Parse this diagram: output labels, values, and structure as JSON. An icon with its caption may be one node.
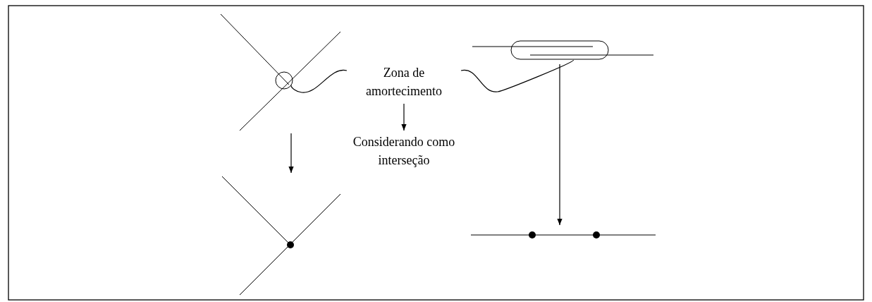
{
  "diagram": {
    "nodes": [
      {
        "text": [],
        "shape": "picture"
      },
      {
        "text": [],
        "shape": "circle",
        "in": 0
      },
      {
        "text": [
          "Zona de amortecimento"
        ]
      },
      {
        "text": [],
        "shape": "picture"
      },
      {
        "text": [],
        "shape": "box",
        "in": 3
      },
      {
        "text": [
          "Considerando como interseção"
        ]
      },
      {
        "text": [],
        "shape": "picture"
      },
      {
        "text": [],
        "shape": "picture"
      }
    ],
    "edges": [
      {
        "from": 2,
        "to": 1,
        "arrow": "none"
      },
      {
        "from": 2,
        "to": 4,
        "arrow": "none"
      },
      {
        "from": 0,
        "to": 6,
        "arrow": "to"
      },
      {
        "from": 2,
        "to": 5,
        "arrow": "to"
      },
      {
        "from": 3,
        "to": 7,
        "arrow": "to"
      }
    ]
  }
}
